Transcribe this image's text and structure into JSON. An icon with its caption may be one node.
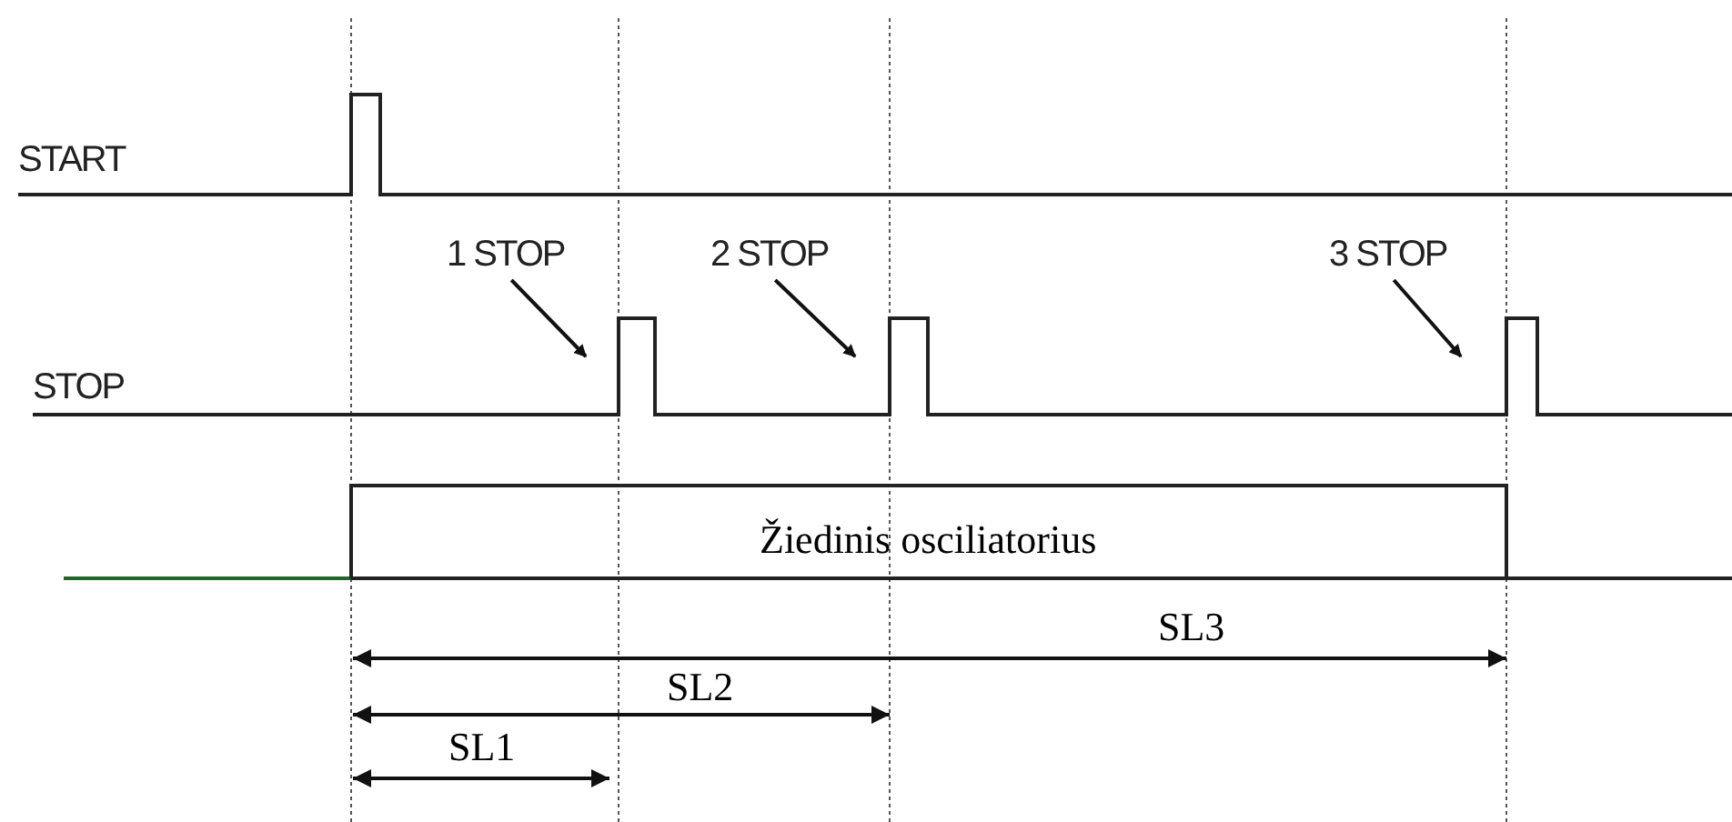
{
  "diagram": {
    "nodes": [
      {
        "text": [
          "1 STOP"
        ]
      },
      {
        "text": [
          "2 STOP"
        ]
      },
      {
        "text": [
          "3 STOP"
        ]
      }
    ],
    "edges": [
      {
        "from": 0,
        "to": null,
        "arrow": "to"
      },
      {
        "from": 1,
        "to": null,
        "arrow": "to"
      },
      {
        "from": 2,
        "to": null,
        "arrow": "to"
      }
    ],
    "labels": [
      "START",
      "STOP",
      "Žiedinis osciliatorius",
      "SL3",
      "SL2",
      "SL1"
    ]
  }
}
